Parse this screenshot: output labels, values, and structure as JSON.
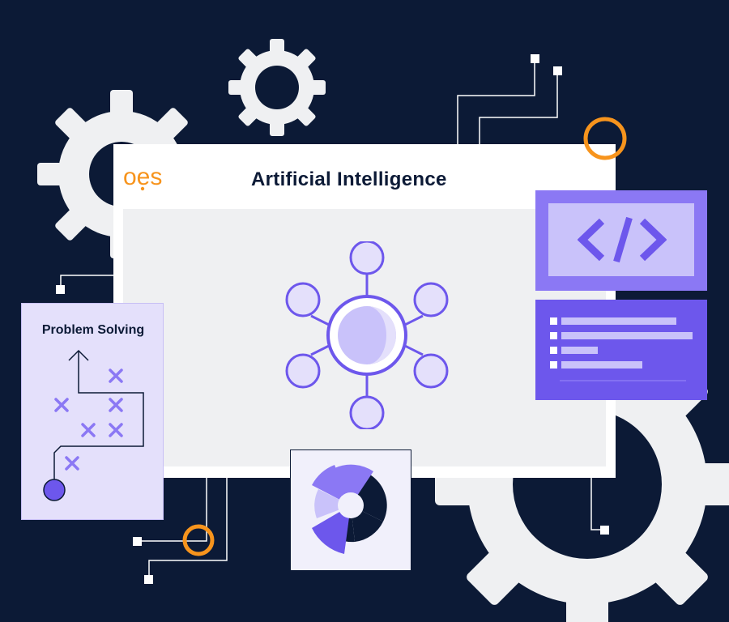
{
  "window": {
    "title": "Artificial Intelligence",
    "logo_text": "oes"
  },
  "problem_card": {
    "title": "Problem Solving"
  },
  "colors": {
    "background": "#0c1a36",
    "accent_orange": "#f7941d",
    "purple": "#6d57ec",
    "light_purple": "#c9c2fa",
    "gear": "#eff0f2"
  },
  "icons": [
    "gear-icon",
    "network-icon",
    "code-icon",
    "list-icon",
    "donut-chart-icon",
    "circuit-trace-icon"
  ]
}
